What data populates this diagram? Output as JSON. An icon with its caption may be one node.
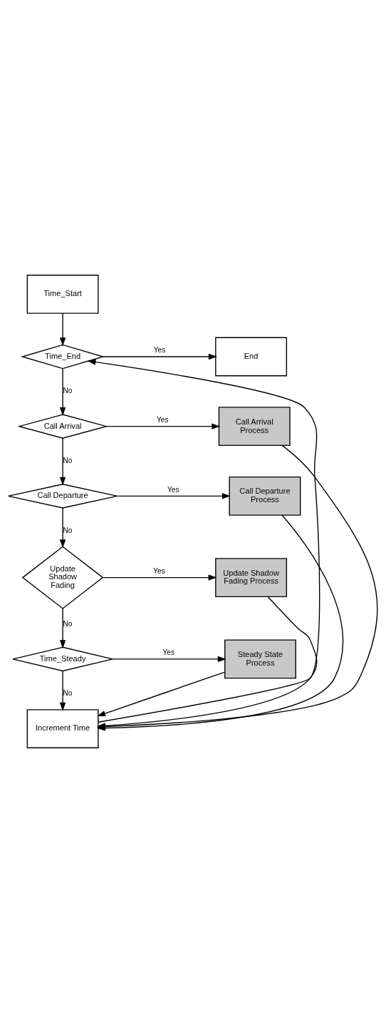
{
  "diagram": {
    "nodes": [
      {
        "text": [
          "Time_Start"
        ]
      },
      {
        "text": [
          "Time_End"
        ]
      },
      {
        "text": [
          "End"
        ]
      },
      {
        "text": [
          "Call Arrival"
        ]
      },
      {
        "text": [
          "Call Arrival Process"
        ]
      },
      {
        "text": [
          "Call Departure"
        ]
      },
      {
        "text": [
          "Call Departure Process"
        ]
      },
      {
        "text": [
          "Update Shadow Fading"
        ]
      },
      {
        "text": [
          "Update Shadow Fading Process"
        ]
      },
      {
        "text": [
          "Time_Steady"
        ]
      },
      {
        "text": [
          "Steady State Process"
        ]
      },
      {
        "text": [
          "Increment Time"
        ]
      }
    ],
    "edges": [
      {
        "from": 0,
        "to": 1,
        "arrow": "to"
      },
      {
        "from": 1,
        "to": 2,
        "arrow": "to",
        "label": "Yes"
      },
      {
        "from": 1,
        "to": 3,
        "arrow": "to",
        "label": "No"
      },
      {
        "from": 3,
        "to": 4,
        "arrow": "to",
        "label": "Yes"
      },
      {
        "from": 3,
        "to": 5,
        "arrow": "to",
        "label": "No"
      },
      {
        "from": 5,
        "to": 6,
        "arrow": "to",
        "label": "Yes"
      },
      {
        "from": 5,
        "to": 7,
        "arrow": "to",
        "label": "No"
      },
      {
        "from": 7,
        "to": 8,
        "arrow": "to",
        "label": "Yes"
      },
      {
        "from": 7,
        "to": 9,
        "arrow": "to",
        "label": "No"
      },
      {
        "from": 9,
        "to": 10,
        "arrow": "to",
        "label": "Yes"
      },
      {
        "from": 9,
        "to": 11,
        "arrow": "to",
        "label": "No"
      },
      {
        "from": 4,
        "to": 11,
        "arrow": "to"
      },
      {
        "from": 6,
        "to": 11,
        "arrow": "to"
      },
      {
        "from": 8,
        "to": 11,
        "arrow": "to"
      },
      {
        "from": 10,
        "to": 11,
        "arrow": "to"
      },
      {
        "from": 11,
        "to": 1,
        "arrow": "to"
      }
    ]
  }
}
